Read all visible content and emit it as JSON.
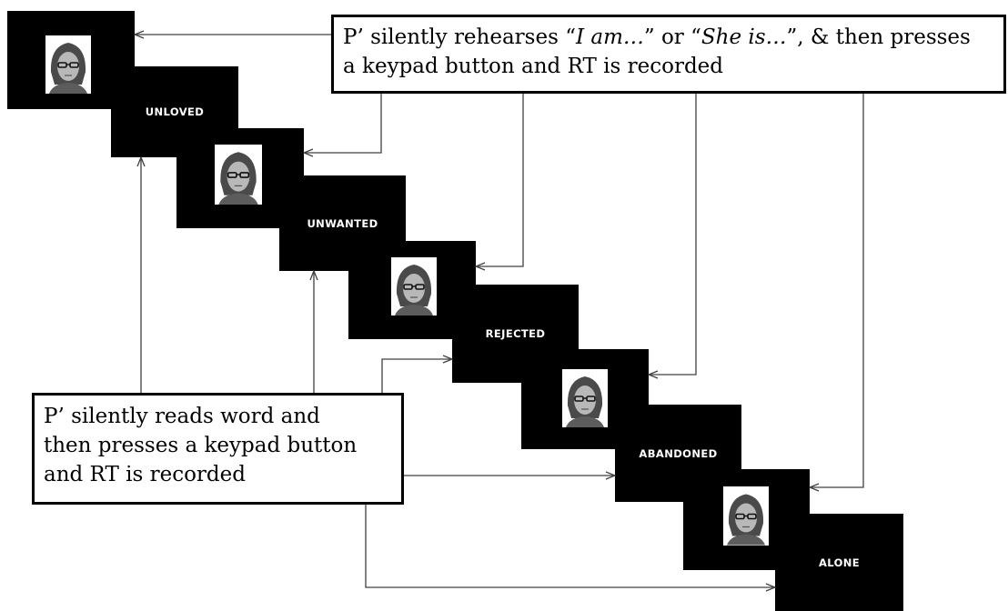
{
  "callout_self": {
    "line1_before": "P’ silently rehearses  “",
    "line1_italic1": "I am…",
    "line1_mid": "” or “",
    "line1_italic2": "She is…",
    "line1_after": "”, & then presses",
    "line2": "a keypad button and RT is recorded"
  },
  "callout_read": {
    "line1": "P’ silently reads word and",
    "line2": "then presses a keypad button",
    "line3": "and RT is recorded"
  },
  "slides": [
    {
      "type": "face"
    },
    {
      "type": "word",
      "word": "UNLOVED"
    },
    {
      "type": "face"
    },
    {
      "type": "word",
      "word": "UNWANTED"
    },
    {
      "type": "face"
    },
    {
      "type": "word",
      "word": "REJECTED"
    },
    {
      "type": "face"
    },
    {
      "type": "word",
      "word": "ABANDONED"
    },
    {
      "type": "face"
    },
    {
      "type": "word",
      "word": "ALONE"
    }
  ],
  "colors": {
    "slide": "#000000",
    "arrow": "#404040",
    "box_border": "#000000"
  }
}
